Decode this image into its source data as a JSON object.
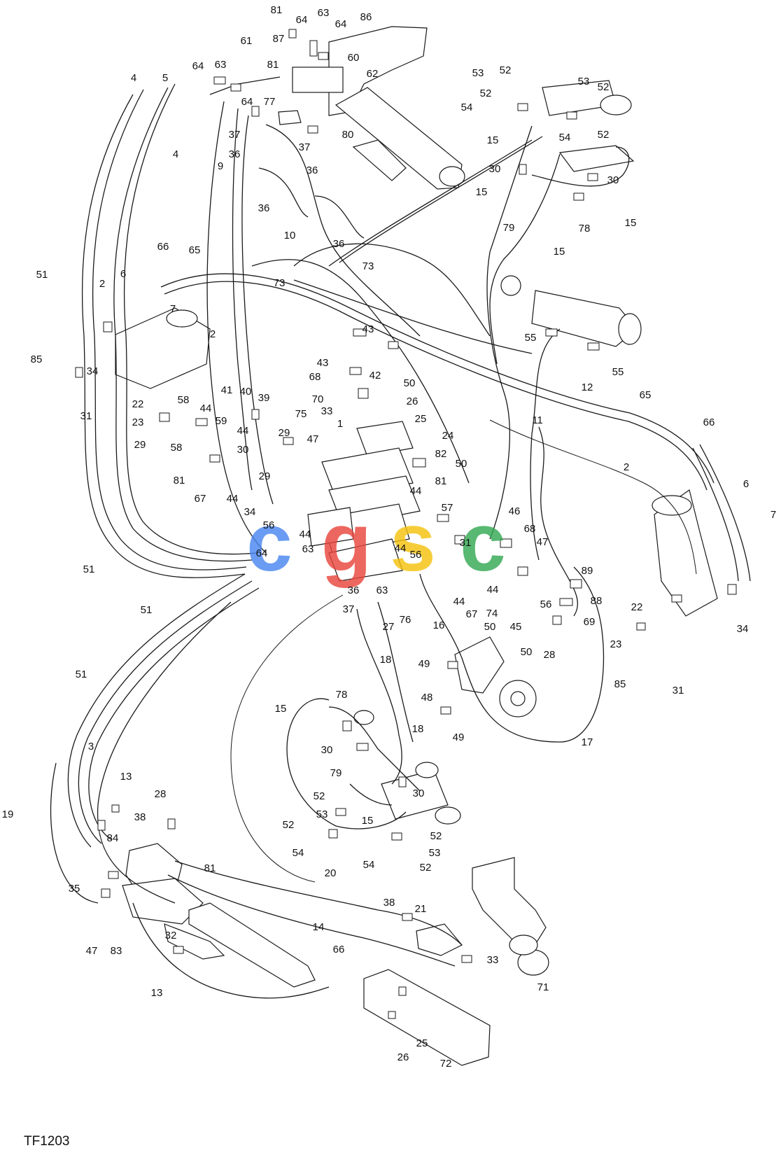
{
  "figure_code": "TF1203",
  "watermark": {
    "letters": [
      "c",
      "g",
      "s",
      "c"
    ],
    "colors": [
      "#4b86f0",
      "#e8453c",
      "#f4c20d",
      "#34a853"
    ]
  },
  "labels": [
    [
      "81",
      395,
      14
    ],
    [
      "64",
      431,
      28
    ],
    [
      "63",
      462,
      18
    ],
    [
      "64",
      487,
      34
    ],
    [
      "86",
      523,
      24
    ],
    [
      "87",
      398,
      55
    ],
    [
      "61",
      352,
      58
    ],
    [
      "60",
      505,
      82
    ],
    [
      "81",
      390,
      92
    ],
    [
      "62",
      532,
      105
    ],
    [
      "64",
      283,
      94
    ],
    [
      "63",
      315,
      92
    ],
    [
      "5",
      236,
      111
    ],
    [
      "4",
      191,
      111
    ],
    [
      "4",
      251,
      220
    ],
    [
      "64",
      353,
      145
    ],
    [
      "77",
      385,
      145
    ],
    [
      "37",
      335,
      192
    ],
    [
      "80",
      497,
      192
    ],
    [
      "36",
      335,
      220
    ],
    [
      "37",
      435,
      210
    ],
    [
      "36",
      446,
      243
    ],
    [
      "9",
      315,
      237
    ],
    [
      "36",
      377,
      297
    ],
    [
      "36",
      484,
      348
    ],
    [
      "10",
      414,
      336
    ],
    [
      "73",
      526,
      380
    ],
    [
      "73",
      399,
      404
    ],
    [
      "66",
      233,
      352
    ],
    [
      "65",
      278,
      357
    ],
    [
      "51",
      60,
      392
    ],
    [
      "2",
      146,
      405
    ],
    [
      "6",
      176,
      391
    ],
    [
      "7",
      247,
      441
    ],
    [
      "2",
      304,
      477
    ],
    [
      "85",
      52,
      513
    ],
    [
      "34",
      132,
      530
    ],
    [
      "31",
      123,
      594
    ],
    [
      "22",
      197,
      577
    ],
    [
      "23",
      197,
      603
    ],
    [
      "29",
      200,
      635
    ],
    [
      "58",
      262,
      571
    ],
    [
      "44",
      294,
      583
    ],
    [
      "41",
      324,
      557
    ],
    [
      "40",
      351,
      559
    ],
    [
      "39",
      377,
      568
    ],
    [
      "59",
      316,
      601
    ],
    [
      "44",
      347,
      615
    ],
    [
      "58",
      252,
      639
    ],
    [
      "30",
      347,
      642
    ],
    [
      "29",
      406,
      618
    ],
    [
      "29",
      378,
      680
    ],
    [
      "47",
      447,
      627
    ],
    [
      "81",
      256,
      686
    ],
    [
      "67",
      286,
      712
    ],
    [
      "44",
      332,
      712
    ],
    [
      "34",
      357,
      731
    ],
    [
      "56",
      384,
      750
    ],
    [
      "44",
      436,
      763
    ],
    [
      "63",
      440,
      784
    ],
    [
      "64",
      374,
      790
    ],
    [
      "36",
      505,
      843
    ],
    [
      "37",
      498,
      870
    ],
    [
      "63",
      546,
      843
    ],
    [
      "27",
      555,
      895
    ],
    [
      "76",
      579,
      885
    ],
    [
      "43",
      526,
      470
    ],
    [
      "43",
      461,
      518
    ],
    [
      "68",
      450,
      538
    ],
    [
      "42",
      536,
      536
    ],
    [
      "50",
      585,
      547
    ],
    [
      "70",
      454,
      570
    ],
    [
      "33",
      467,
      587
    ],
    [
      "26",
      589,
      573
    ],
    [
      "75",
      430,
      591
    ],
    [
      "1",
      486,
      605
    ],
    [
      "25",
      601,
      598
    ],
    [
      "24",
      640,
      622
    ],
    [
      "82",
      630,
      648
    ],
    [
      "50",
      659,
      662
    ],
    [
      "81",
      630,
      687
    ],
    [
      "57",
      639,
      725
    ],
    [
      "44",
      594,
      701
    ],
    [
      "46",
      735,
      730
    ],
    [
      "68",
      757,
      755
    ],
    [
      "47",
      775,
      774
    ],
    [
      "31",
      665,
      775
    ],
    [
      "56",
      594,
      792
    ],
    [
      "44",
      572,
      783
    ],
    [
      "44",
      704,
      842
    ],
    [
      "44",
      656,
      859
    ],
    [
      "74",
      703,
      876
    ],
    [
      "67",
      674,
      877
    ],
    [
      "50",
      700,
      895
    ],
    [
      "45",
      737,
      895
    ],
    [
      "56",
      780,
      863
    ],
    [
      "50",
      752,
      931
    ],
    [
      "89",
      839,
      815
    ],
    [
      "88",
      852,
      858
    ],
    [
      "69",
      842,
      888
    ],
    [
      "28",
      785,
      935
    ],
    [
      "22",
      910,
      867
    ],
    [
      "23",
      880,
      920
    ],
    [
      "85",
      886,
      977
    ],
    [
      "31",
      969,
      986
    ],
    [
      "34",
      1061,
      898
    ],
    [
      "6",
      1066,
      691
    ],
    [
      "7",
      1105,
      735
    ],
    [
      "66",
      1013,
      603
    ],
    [
      "65",
      922,
      564
    ],
    [
      "2",
      895,
      667
    ],
    [
      "11",
      768,
      600
    ],
    [
      "12",
      839,
      553
    ],
    [
      "55",
      758,
      482
    ],
    [
      "55",
      883,
      531
    ],
    [
      "53",
      683,
      104
    ],
    [
      "52",
      722,
      100
    ],
    [
      "53",
      834,
      116
    ],
    [
      "52",
      862,
      124
    ],
    [
      "52",
      694,
      133
    ],
    [
      "54",
      667,
      153
    ],
    [
      "54",
      807,
      196
    ],
    [
      "52",
      862,
      192
    ],
    [
      "15",
      704,
      200
    ],
    [
      "30",
      707,
      241
    ],
    [
      "30",
      876,
      257
    ],
    [
      "15",
      688,
      274
    ],
    [
      "79",
      727,
      325
    ],
    [
      "78",
      835,
      326
    ],
    [
      "15",
      901,
      318
    ],
    [
      "15",
      799,
      359
    ],
    [
      "51",
      209,
      871
    ],
    [
      "51",
      116,
      963
    ],
    [
      "51",
      127,
      813
    ],
    [
      "16",
      627,
      893
    ],
    [
      "18",
      551,
      942
    ],
    [
      "49",
      606,
      948
    ],
    [
      "48",
      610,
      996
    ],
    [
      "49",
      655,
      1053
    ],
    [
      "18",
      597,
      1041
    ],
    [
      "17",
      839,
      1060
    ],
    [
      "15",
      401,
      1012
    ],
    [
      "78",
      488,
      992
    ],
    [
      "30",
      467,
      1071
    ],
    [
      "79",
      480,
      1104
    ],
    [
      "52",
      456,
      1137
    ],
    [
      "53",
      460,
      1163
    ],
    [
      "52",
      412,
      1178
    ],
    [
      "54",
      426,
      1218
    ],
    [
      "15",
      525,
      1172
    ],
    [
      "30",
      598,
      1133
    ],
    [
      "52",
      623,
      1194
    ],
    [
      "53",
      621,
      1218
    ],
    [
      "54",
      527,
      1235
    ],
    [
      "52",
      608,
      1239
    ],
    [
      "3",
      130,
      1066
    ],
    [
      "13",
      180,
      1109
    ],
    [
      "19",
      11,
      1163
    ],
    [
      "28",
      229,
      1134
    ],
    [
      "38",
      200,
      1167
    ],
    [
      "84",
      161,
      1197
    ],
    [
      "81",
      300,
      1240
    ],
    [
      "35",
      106,
      1269
    ],
    [
      "47",
      131,
      1358
    ],
    [
      "83",
      166,
      1358
    ],
    [
      "32",
      244,
      1336
    ],
    [
      "13",
      224,
      1418
    ],
    [
      "20",
      472,
      1247
    ],
    [
      "14",
      455,
      1324
    ],
    [
      "38",
      556,
      1289
    ],
    [
      "21",
      601,
      1298
    ],
    [
      "66",
      484,
      1356
    ],
    [
      "33",
      704,
      1371
    ],
    [
      "71",
      776,
      1410
    ],
    [
      "25",
      603,
      1490
    ],
    [
      "26",
      576,
      1510
    ],
    [
      "72",
      637,
      1519
    ]
  ]
}
